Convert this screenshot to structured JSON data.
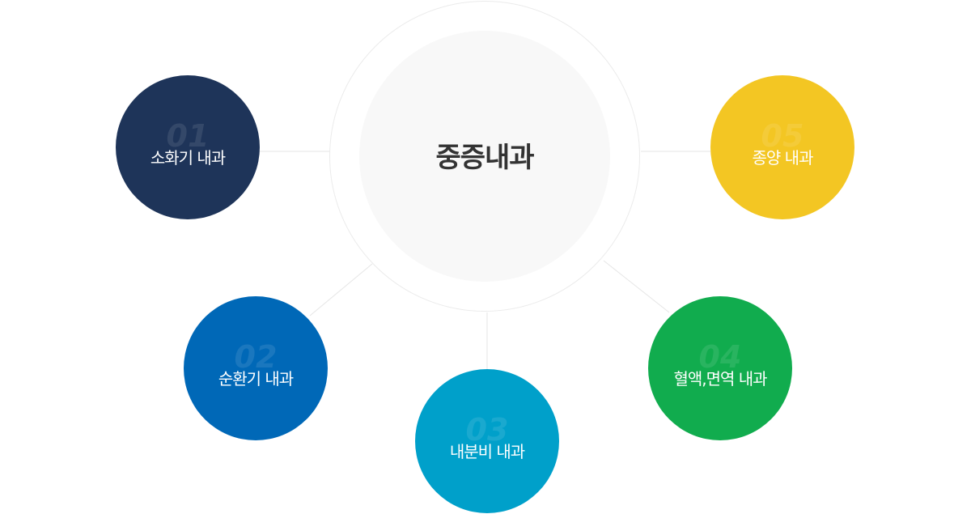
{
  "hub": {
    "title": "중증내과"
  },
  "departments": [
    {
      "num": "01",
      "label": "소화기 내과",
      "color": "#1e3459"
    },
    {
      "num": "02",
      "label": "순환기 내과",
      "color": "#0068b7"
    },
    {
      "num": "03",
      "label": "내분비 내과",
      "color": "#00a0ca"
    },
    {
      "num": "04",
      "label": "혈액,면역 내과",
      "color": "#11ac4e"
    },
    {
      "num": "05",
      "label": "종양 내과",
      "color": "#f3c623"
    }
  ],
  "colors": {
    "connector": "#e6e6e6",
    "hub_ring": "#ebebeb",
    "hub_fill": "#f8f8f8"
  }
}
